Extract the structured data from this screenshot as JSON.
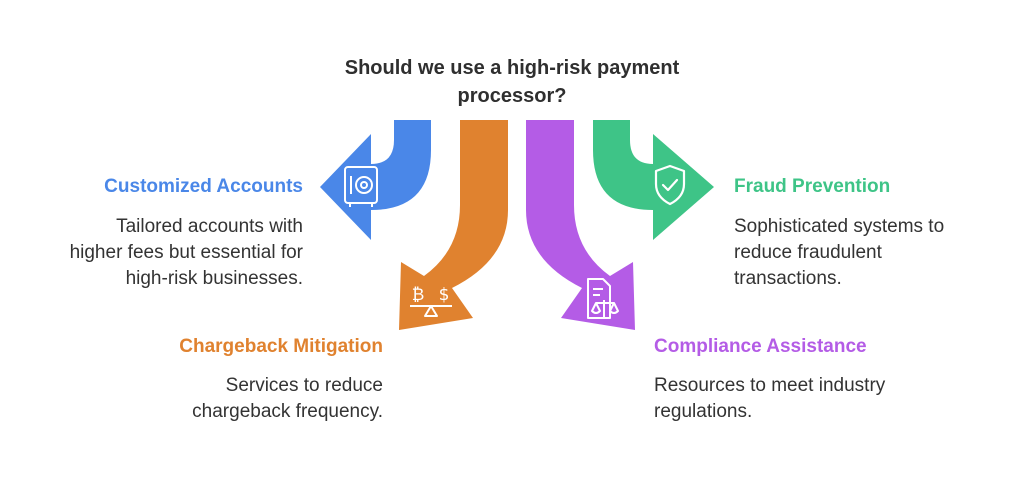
{
  "title": [
    "Should we use a high-risk payment",
    "processor?"
  ],
  "colors": {
    "blue": "#4A87E8",
    "orange": "#E0822F",
    "purple": "#B45CE6",
    "green": "#3EC487",
    "text": "#333333"
  },
  "items": [
    {
      "key": "customized",
      "heading": "Customized Accounts",
      "desc": [
        "Tailored accounts with",
        "higher fees but essential for",
        "high-risk businesses."
      ],
      "icon": "safe-icon",
      "color": "#4A87E8"
    },
    {
      "key": "chargeback",
      "heading": "Chargeback Mitigation",
      "desc": [
        "Services to reduce",
        "chargeback frequency."
      ],
      "icon": "currency-scale-icon",
      "icon_text": [
        "₿",
        "$"
      ],
      "color": "#E0822F"
    },
    {
      "key": "compliance",
      "heading": "Compliance Assistance",
      "desc": [
        "Resources to meet industry",
        "regulations."
      ],
      "icon": "document-scale-icon",
      "color": "#B45CE6"
    },
    {
      "key": "fraud",
      "heading": "Fraud Prevention",
      "desc": [
        "Sophisticated systems to",
        "reduce fraudulent",
        "transactions."
      ],
      "icon": "shield-check-icon",
      "color": "#3EC487"
    }
  ]
}
